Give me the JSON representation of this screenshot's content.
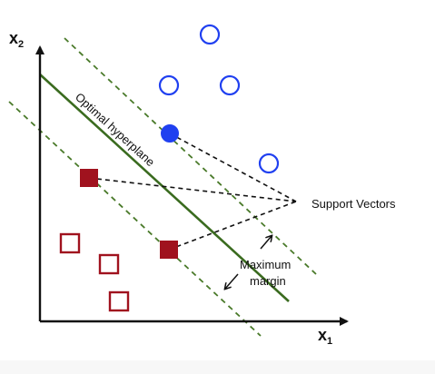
{
  "colors": {
    "axis": "#111111",
    "hyperplane": "#3a6b1f",
    "margin": "#4a7a2a",
    "positive": "#2040f0",
    "negative": "#a0121e",
    "connector": "#111111"
  },
  "axes": {
    "x_label": "x",
    "x_sub": "1",
    "y_label": "x",
    "y_sub": "2"
  },
  "labels": {
    "hyperplane": "Optimal hyperplane",
    "support_vectors": "Support Vectors",
    "margin_line1": "Maximum",
    "margin_line2": "margin"
  },
  "classes": {
    "positive": {
      "shape": "circle",
      "filled_support_vectors": 1,
      "hollow_points": 4
    },
    "negative": {
      "shape": "square",
      "filled_support_vectors": 2,
      "hollow_points": 3
    }
  }
}
